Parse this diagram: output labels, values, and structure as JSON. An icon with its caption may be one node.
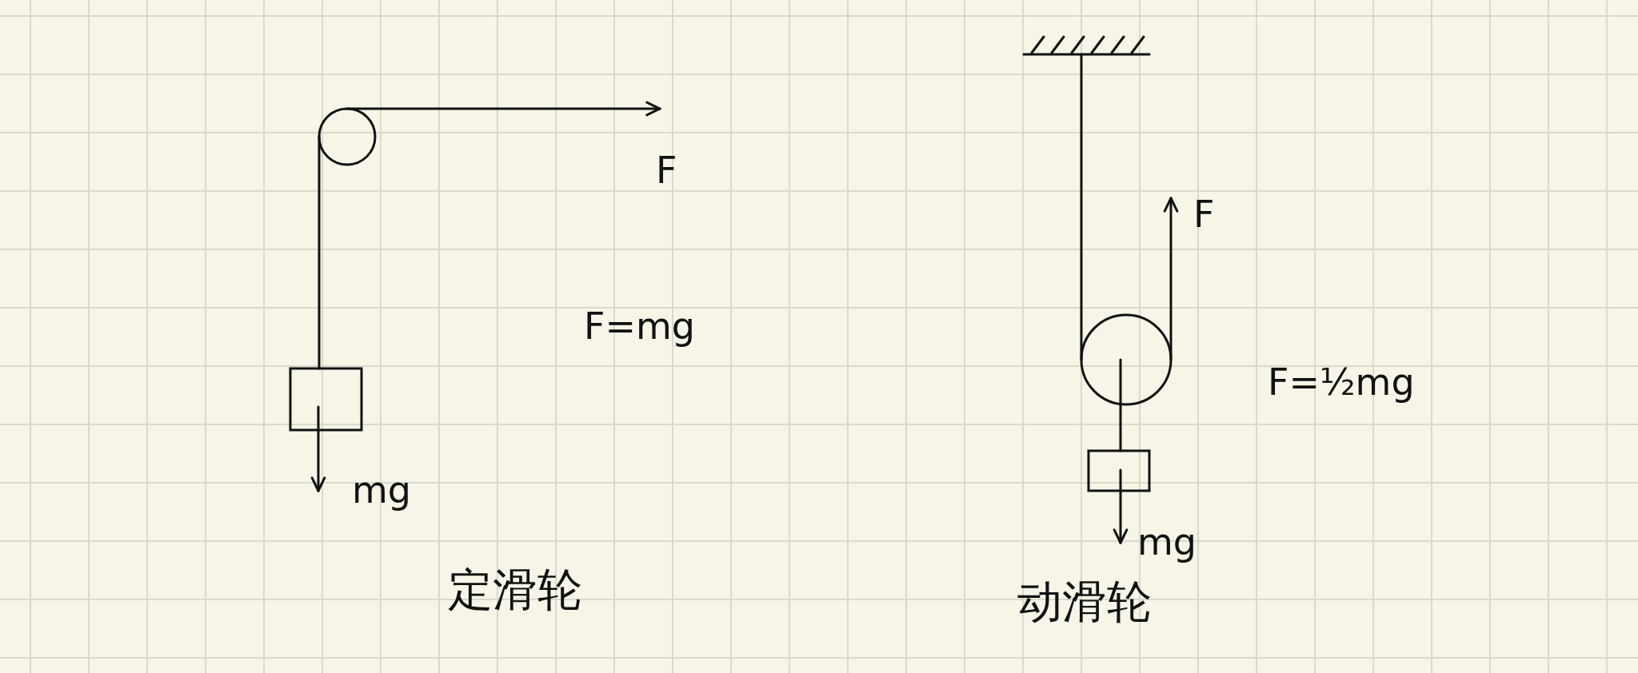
{
  "diagram": {
    "labels": [
      "F",
      "F=mg",
      "mg",
      "定滑轮",
      "F",
      "F=½mg",
      "mg",
      "动滑轮"
    ]
  }
}
